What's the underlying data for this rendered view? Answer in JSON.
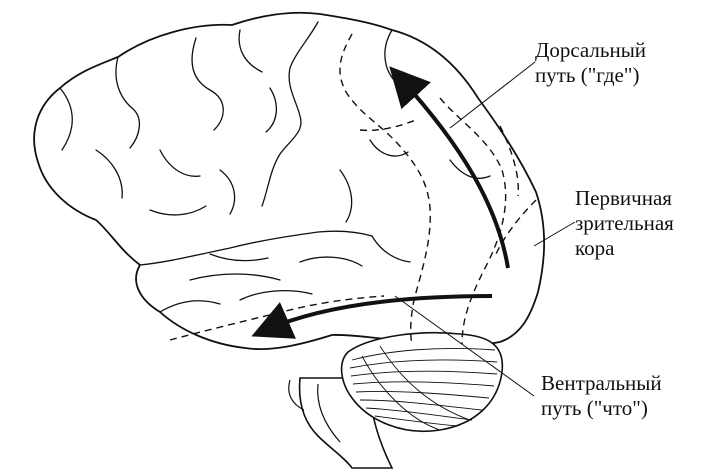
{
  "labels": {
    "dorsal": [
      "Дорсальный",
      "путь (\"где\")"
    ],
    "primary": [
      "Первичная",
      "зрительная",
      "кора"
    ],
    "ventral": [
      "Вентральный",
      "путь (\"что\")"
    ]
  },
  "colors": {
    "stroke": "#111111",
    "background": "#ffffff"
  }
}
